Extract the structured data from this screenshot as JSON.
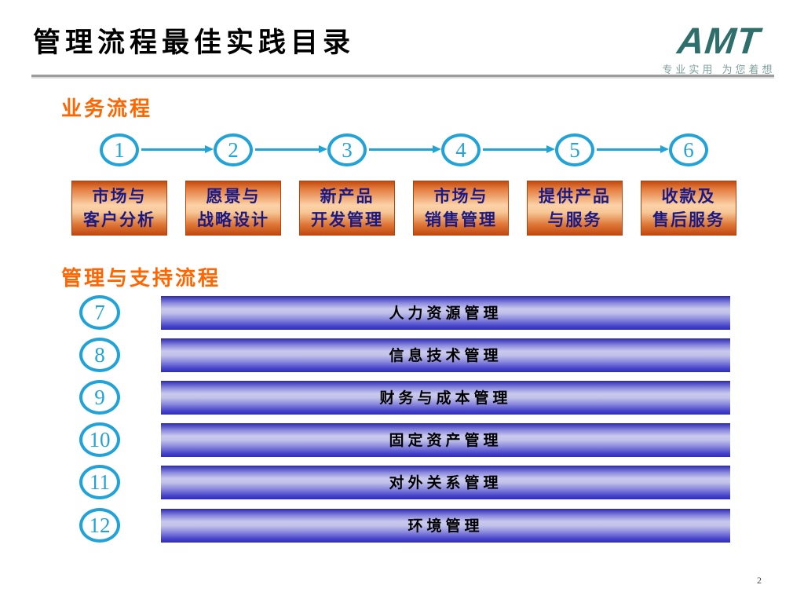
{
  "header": {
    "title": "管理流程最佳实践目录",
    "logo": {
      "text": "AMT",
      "tagline": "专业实用 为您着想"
    }
  },
  "business": {
    "heading": "业务流程",
    "steps": [
      {
        "num": "1",
        "line1": "市场与",
        "line2": "客户分析"
      },
      {
        "num": "2",
        "line1": "愿景与",
        "line2": "战略设计"
      },
      {
        "num": "3",
        "line1": "新产品",
        "line2": "开发管理"
      },
      {
        "num": "4",
        "line1": "市场与",
        "line2": "销售管理"
      },
      {
        "num": "5",
        "line1": "提供产品",
        "line2": "与服务"
      },
      {
        "num": "6",
        "line1": "收款及",
        "line2": "售后服务"
      }
    ]
  },
  "support": {
    "heading": "管理与支持流程",
    "items": [
      {
        "num": "7",
        "label": "人力资源管理"
      },
      {
        "num": "8",
        "label": "信息技术管理"
      },
      {
        "num": "9",
        "label": "财务与成本管理"
      },
      {
        "num": "10",
        "label": "固定资产管理"
      },
      {
        "num": "11",
        "label": "对外关系管理"
      },
      {
        "num": "12",
        "label": "环境管理"
      }
    ]
  },
  "footer": {
    "page_number": "2"
  },
  "colors": {
    "accent_cyan": "#21A3D8",
    "heading_orange": "#FF6600",
    "box_text_navy": "#1A1A86",
    "bar_blue": "#3330C4",
    "logo_teal": "#2E6F6B"
  }
}
